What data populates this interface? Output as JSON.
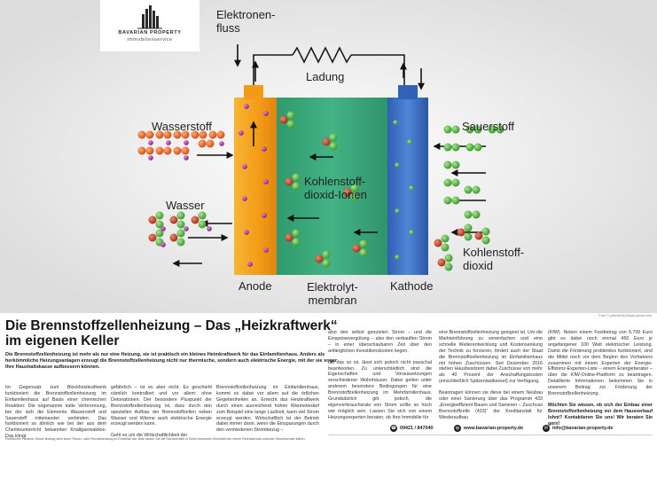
{
  "logo": {
    "brand": "BAVARIAN PROPERTY",
    "sub": "immobilienservice",
    "icon": "building-logo-icon"
  },
  "diagram": {
    "electron_flow": "Elektronen-\nfluss",
    "load": "Ladung",
    "hydrogen": "Wasserstoff",
    "water": "Wasser",
    "oxygen": "Sauerstoff",
    "co2_ions": "Kohlenstoff-\ndioxid-Ionen",
    "co2": "Kohlenstoff-\ndioxid",
    "anode": "Anode",
    "electrolyte": "Elektrolyt-\nmembran",
    "cathode": "Kathode",
    "colors": {
      "anode": "#f3a21c",
      "membrane": "#3aa77b",
      "cathode": "#3b6fc4",
      "hydrogen_ball": "#e8662a",
      "water_ball": "#c64a2a",
      "ion_ball": "#5cb848",
      "proton": "#9b2f9b"
    }
  },
  "credit": "Foto: © petrovich12/stock.adobe.com",
  "article": {
    "headline": "Die Brennstoffzellenheizung – Das „Heizkraftwerk“ im eigenen Keller",
    "lead": "Die Brennstoffzellenheizung ist mehr als nur eine Heizung, sie ist praktisch ein kleines Heimkraftwerk für das Einfamilienhaus. Anders als herkömmliche Heizungsanlagen erzeugt die Brennstoffzellenheizung nicht nur thermische, sondern auch elektrische Energie, mit der sie sogar Ihre Haushaltskasse aufbessern können.",
    "col1": "Im Gegensatz zum Blockheizkraftwerk funktioniert die Brennstoffzellenheizung im Einfamilienhaus auf Basis einer chemischen Reaktion: Die sogenannte kalte Verbrennung, bei der sich die Elemente Wasserstoff und Sauerstoff miteinander verbinden. Das funktioniert so ähnlich wie bei der aus dem Chemieunterricht bekannten Knallgasreaktion. Das klingt",
    "col2a": "gefährlich – ist es aber nicht. Es geschieht nämlich kontrolliert und vor allem: ohne Detonationen. Der besondere Pluspunkt der Brennstoffzellenheizung ist, dass durch den speziellen Aufbau der Brennstoffzellen neben Wasser und Wärme auch elektrische Energie erzeugt werden kann.",
    "col2b": "Geht es um die Wirtschaftlichkeit der",
    "col3": "Brennstoffzellenheizung im Einfamilienhaus, kommt es dabei vor allem auf die örtlichen Gegebenheiten an. Erreicht das Heizkraftwerk durch einen ausreichend hohen Wärmebedarf zum Beispiel eine lange Laufzeit, kann viel Strom erzeugt werden. Wirtschaftlich ist der Betrieb dabei immer dann, wenn die Einsparungen durch den vermiedenen Strombezug –",
    "col4a": "also den selbst genutzten Strom – und die Einspeisevergütung – also den verkauften Strom – in einer überschaubaren Zeit über den anfänglichen Investitionskosten liegen.",
    "col4b": "Ob das so ist, lässt sich jedoch nicht pauschal beantworten. Zu unterschiedlich sind die Eigenschaften und Voraussetzungen verschiedener Wohnhäuser. Dabei gelten unter anderem besondere Bedingungen für eine Brennstoffzellenheizung im Mehrfamilienhaus. Grundsätzlich gilt jedoch, die eigenverbrauchsrate von Strom sollte so hoch wie möglich sein. Lassen Sie sich von einem Heizungsexperten beraten, ob Ihre Immobilie für",
    "col5a": "eine Brennstoffzellenheizung geeignet ist. Um die Markteinführung zu vereinfachen und eine schnelle Weiterentwicklung und Kostensenkung der Technik zu forcieren, fördert auch der Staat die Brennstoffzellenheizung im Einfamilienhaus mit hohen Zuschüssen. Seit Dezember 2016 stehen Hausbesitzern dabei Zuschüsse von mehr als 40 Prozent der Anschaffungskosten (einschließlich Spitzenlastkessel) zur Verfügung.",
    "col5b": "Beantragen können sie diese bei einem Neubau oder einer Sanierung über das Programm 433 „Energieeffizient Bauen und Sanieren – Zuschuss Brennstoffzelle (433)“ der Kreditanstalt für Wiederaufbau",
    "col6a": "(KfW). Neben einem Festbetrag von 5.700 Euro gibt es dabei noch einmal 450 Euro je angefangener 100 Watt elektrischer Leistung. Damit die Förderung problemlos funktioniert, sind die Mittel noch vor dem Beginn des Vorhabens zusammen mit einem Experten der Energie-Effizienz-Experten-Liste – einem Energieberater – über die KfW-Online-Plattform zu beantragen. Detaillierte Informationen bekommen Sie in unserem Beitrag zur Förderung der Brennstoffzellenheizung.",
    "col6b": "Möchten Sie wissen, ob sich der Einbau einer Brennstoffzellenheizung vor dem Hausverkauf lohnt? Kontaktieren Sie uns! Wir beraten Sie gern!"
  },
  "footnote": "Rechtlicher Hinweis: Dieser Beitrag stellt keine Steuer- oder Rechtsberatung im Einzelfall dar. Bitte lassen Sie die Sachverhalte in Ihrem konkreten Einzelfall von einem Rechtsanwalt und/oder Steuerberater klären.",
  "contact": {
    "phone": "09421 / 847040",
    "web": "www.bavarian-property.de",
    "email": "info@bavarian-property.de",
    "phone_icon": "phone-icon",
    "web_icon": "globe-icon",
    "email_icon": "mail-icon"
  }
}
